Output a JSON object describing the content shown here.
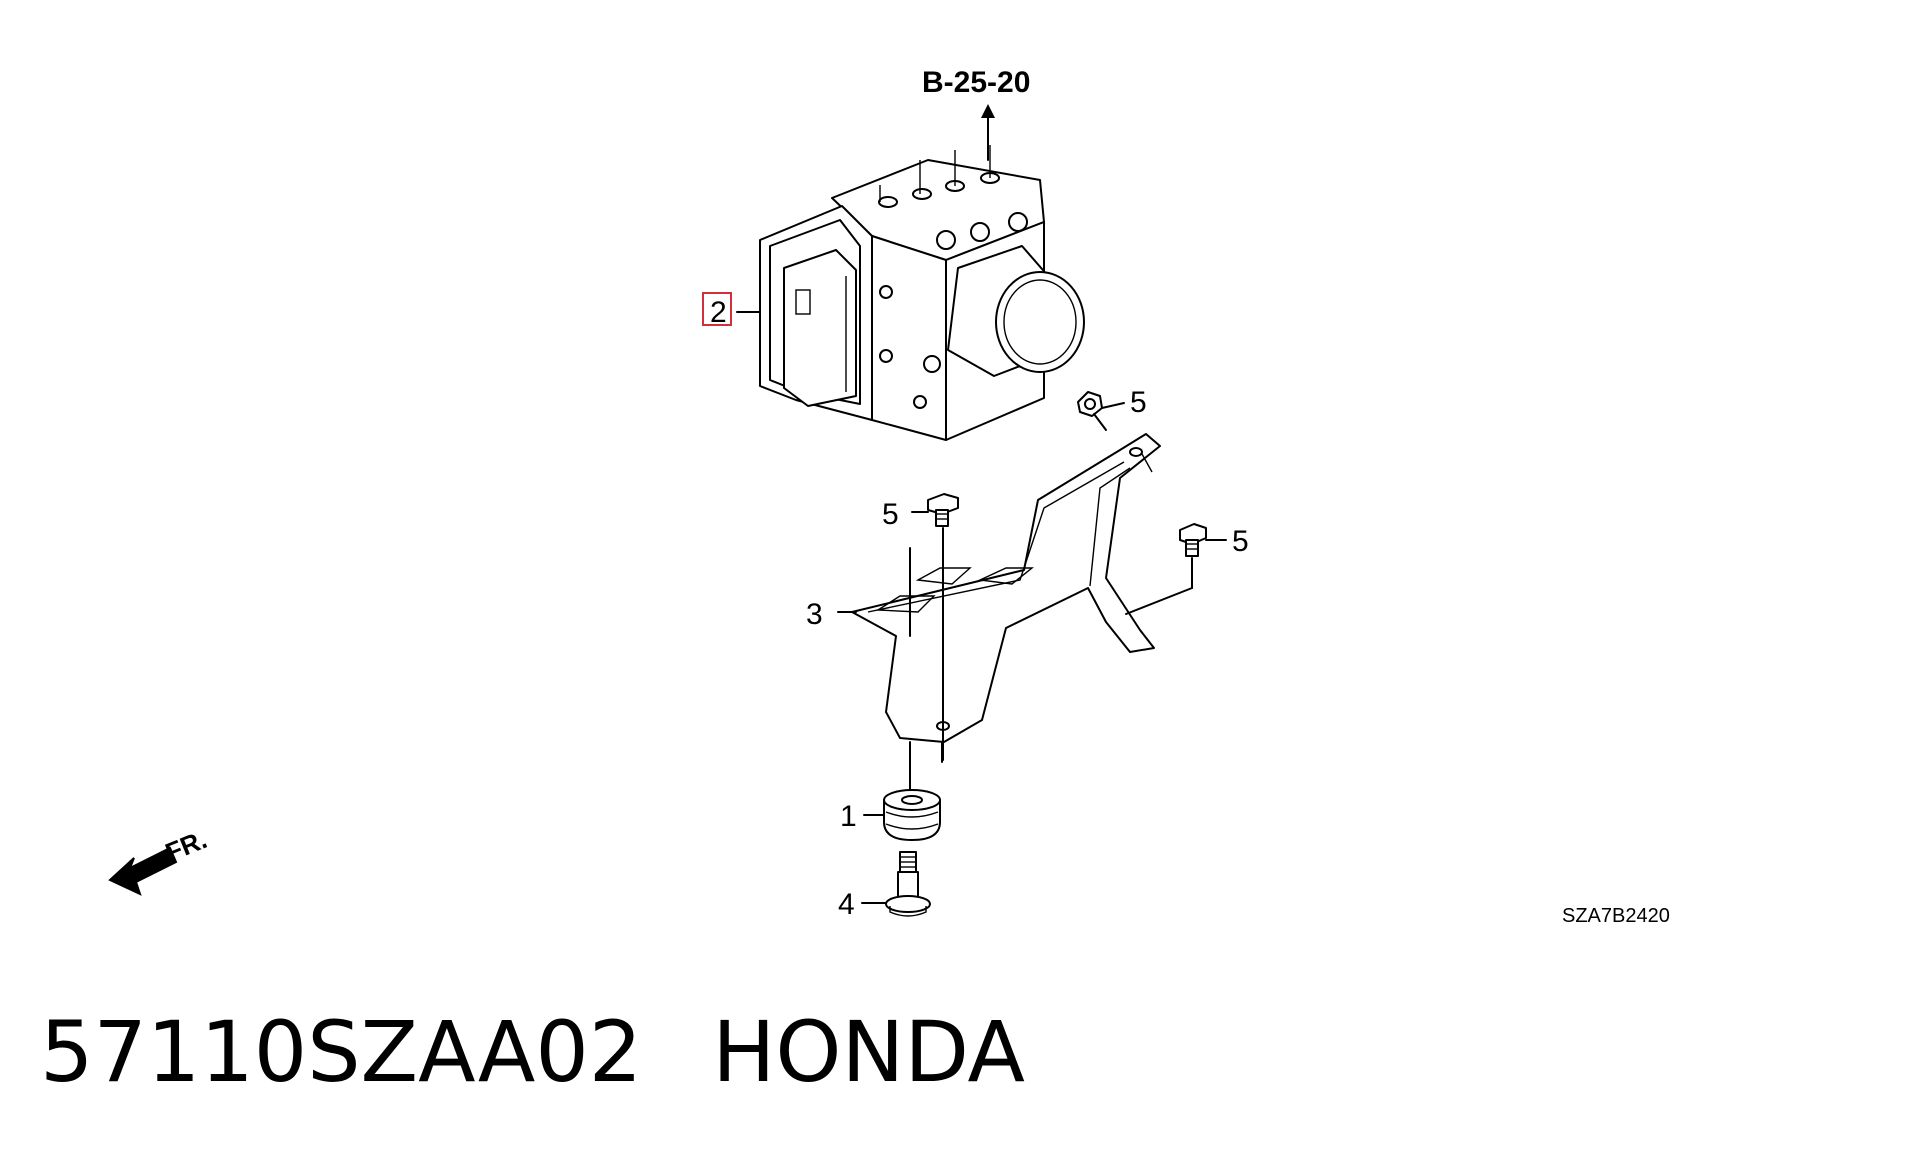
{
  "diagram": {
    "reference_code": "B-25-20",
    "diagram_id": "SZA7B2420",
    "front_indicator": "FR.",
    "callouts": {
      "modulator": "2",
      "bracket": "3",
      "mount_rubber": "1",
      "mount_bolt": "4",
      "bolt_top_right": "5",
      "bolt_mid_left": "5",
      "bolt_mid_right": "5"
    },
    "highlight_color": "#d0303a"
  },
  "caption": {
    "part_number": "57110SZAA02",
    "brand": "HONDA"
  }
}
